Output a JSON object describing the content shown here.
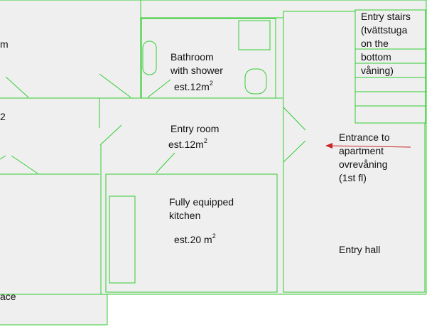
{
  "colors": {
    "background": "#ffffff",
    "floor_fill": "#efefef",
    "wall_line": "#33cc33",
    "arrow": "#cc2222",
    "text": "#111111"
  },
  "labels": {
    "left_room_top": "m",
    "left_room_mid": "2",
    "left_bottom": "ace",
    "bathroom_line1": "Bathroom",
    "bathroom_line2": "with shower",
    "bathroom_area": "est.12m",
    "bathroom_area_unit": "2",
    "entry_room_name": "Entry room",
    "entry_room_area": "est.12m",
    "entry_room_area_unit": "2",
    "kitchen_line1": "Fully equipped",
    "kitchen_line2": "kitchen",
    "kitchen_area": "est.20 m",
    "kitchen_area_unit": "2",
    "stairs_line1": "Entry stairs",
    "stairs_line2": "(tvättstuga",
    "stairs_line3": "on the",
    "stairs_line4": "bottom",
    "stairs_line5": "våning)",
    "entrance_line1": "Entrance to",
    "entrance_line2": "apartment",
    "entrance_line3": "ovrevåning",
    "entrance_line4": "(1st fl)",
    "entry_hall": "Entry hall"
  },
  "icons": {
    "stairs": "stairs-icon",
    "toilet": "toilet-icon",
    "sink": "sink-icon",
    "counter": "counter-icon",
    "entrance_arrow": "arrow-left-icon"
  }
}
